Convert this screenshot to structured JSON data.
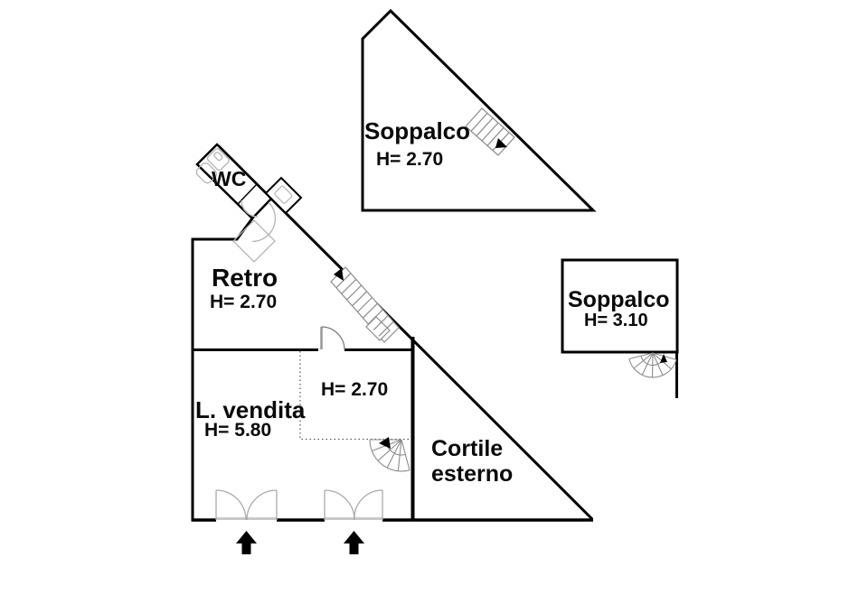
{
  "plan_type": "floor-plan",
  "colors": {
    "wall": "#000000",
    "stair": "#8c8c8c",
    "fixture": "#b4b4b4",
    "threshold": "#c8c8c8",
    "dotted_line": "#555555",
    "arrow": "#000000",
    "background": "#ffffff"
  },
  "rooms": {
    "soppalco_top": {
      "label": "Soppalco",
      "height": "H= 2.70"
    },
    "soppalco_right": {
      "label": "Soppalco",
      "height": "H= 3.10"
    },
    "wc": {
      "label": "WC"
    },
    "retro": {
      "label": "Retro",
      "height": "H= 2.70"
    },
    "vendita": {
      "label": "L. vendita",
      "height": "H= 5.80"
    },
    "mezzanine": {
      "height": "H= 2.70"
    },
    "cortile": {
      "line1": "Cortile",
      "line2": "esterno"
    }
  },
  "icons": {
    "loft_stair": "staircase-icon",
    "retro_stair": "staircase-icon",
    "spiral_stair_vendita": "spiral-staircase-icon",
    "spiral_stair_soppalco": "spiral-staircase-icon",
    "entrance_arrow": "entrance-arrow-icon",
    "double_door": "double-swing-door",
    "single_door": "swing-door",
    "wc_fixtures": "toilet-and-sink"
  }
}
